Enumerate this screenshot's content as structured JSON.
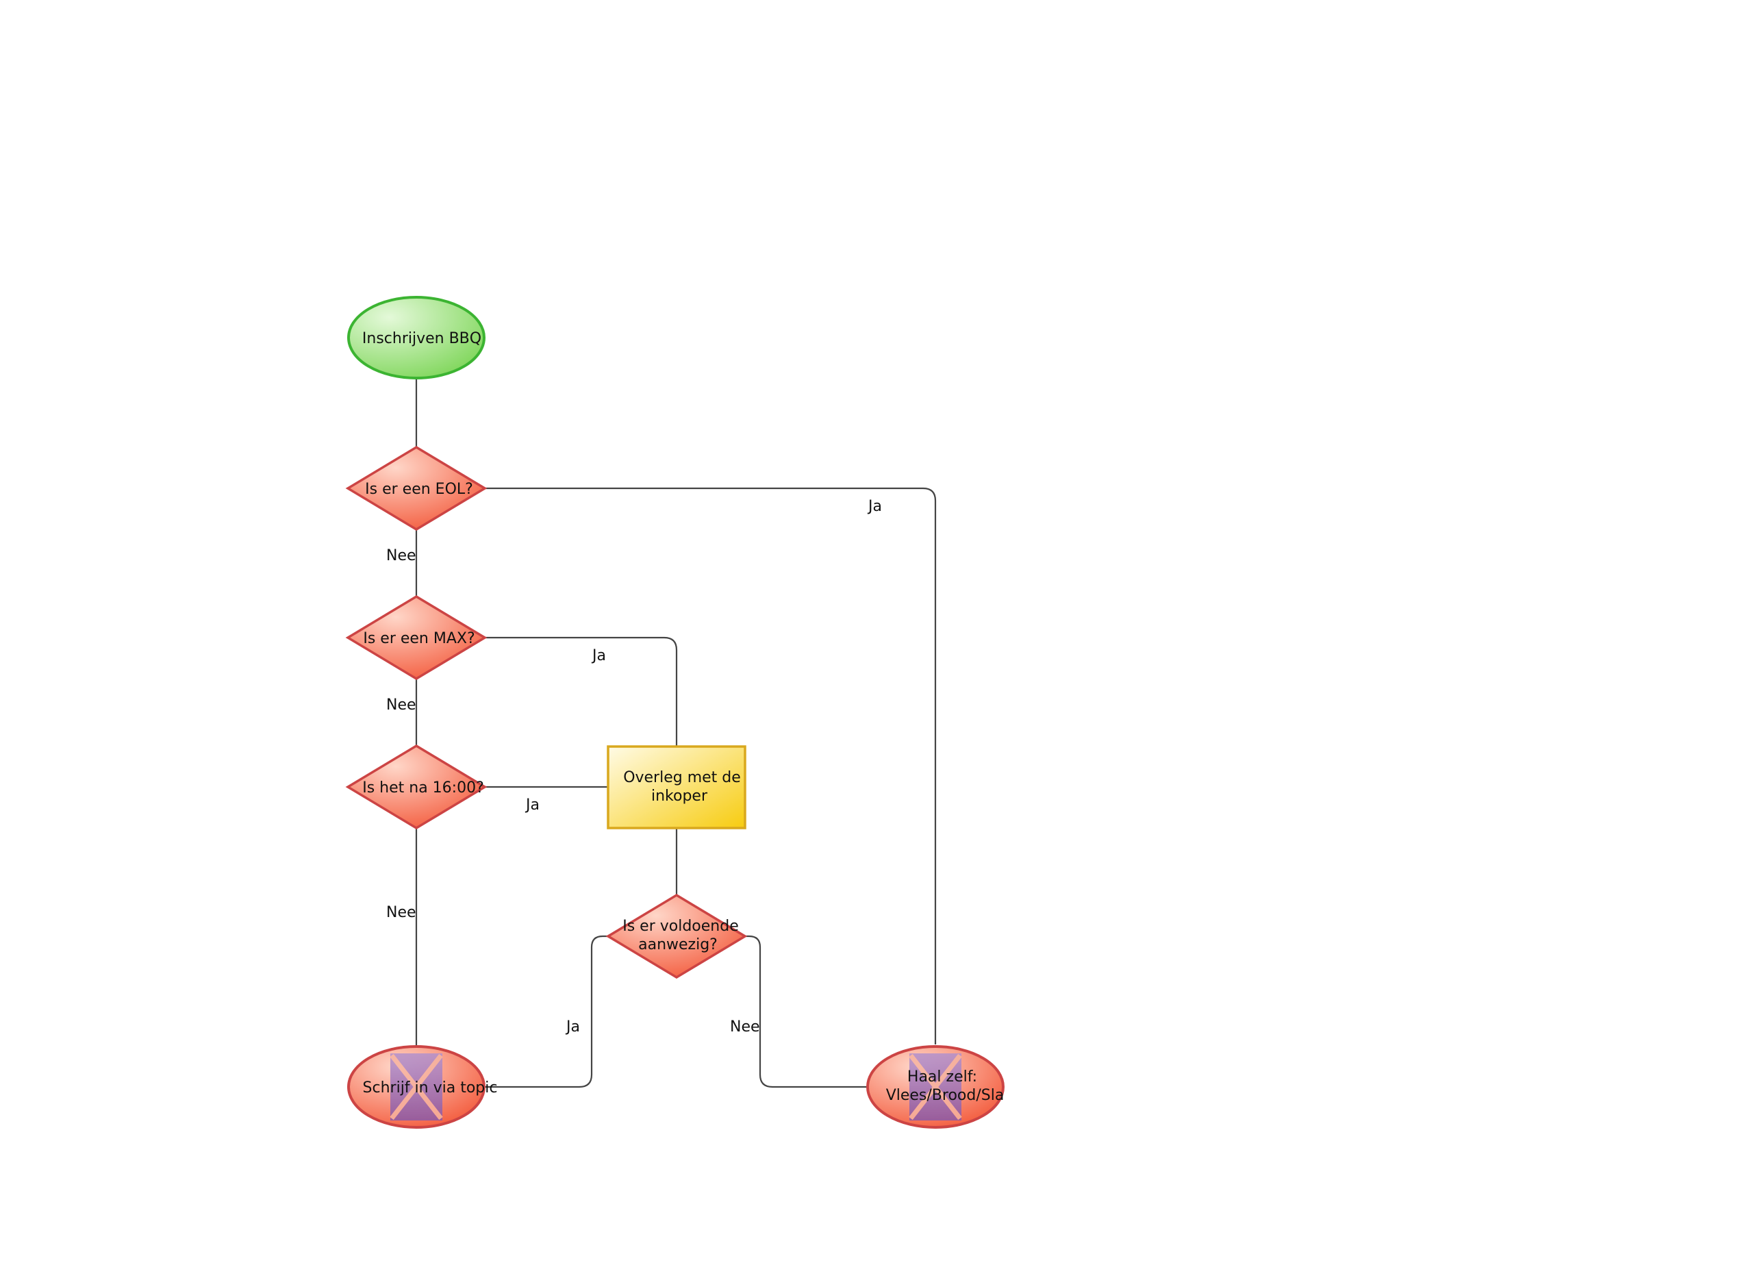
{
  "nodes": {
    "start": {
      "label": "Inschrijven BBQ"
    },
    "eol": {
      "label": "Is er een EOL?"
    },
    "max": {
      "label": "Is er een MAX?"
    },
    "time": {
      "label": "Is het na 16:00?"
    },
    "overleg": {
      "label_line1": "Overleg met de",
      "label_line2": "inkoper"
    },
    "voldoende": {
      "label_line1": "Is er voldoende",
      "label_line2": "aanwezig?"
    },
    "topic": {
      "label": "Schrijf in via topic"
    },
    "haal": {
      "label_line1": "Haal zelf:",
      "label_line2": "Vlees/Brood/Sla"
    }
  },
  "edges": {
    "eol_ja": "Ja",
    "eol_nee": "Nee",
    "max_ja": "Ja",
    "max_nee": "Nee",
    "time_ja": "Ja",
    "time_nee": "Nee",
    "voldoende_ja": "Ja",
    "voldoende_nee": "Nee"
  },
  "colors": {
    "start_fill_light": "#d6f5c8",
    "start_fill_dark": "#7fd65a",
    "start_stroke": "#3cb432",
    "decision_fill_light": "#ffd2c4",
    "decision_fill_dark": "#f25c3c",
    "decision_stroke": "#cc4444",
    "process_fill_light": "#fffbe0",
    "process_fill_dark": "#f7cc10",
    "process_stroke": "#d9a81e",
    "missing_image_fill": "#9a70b8"
  }
}
